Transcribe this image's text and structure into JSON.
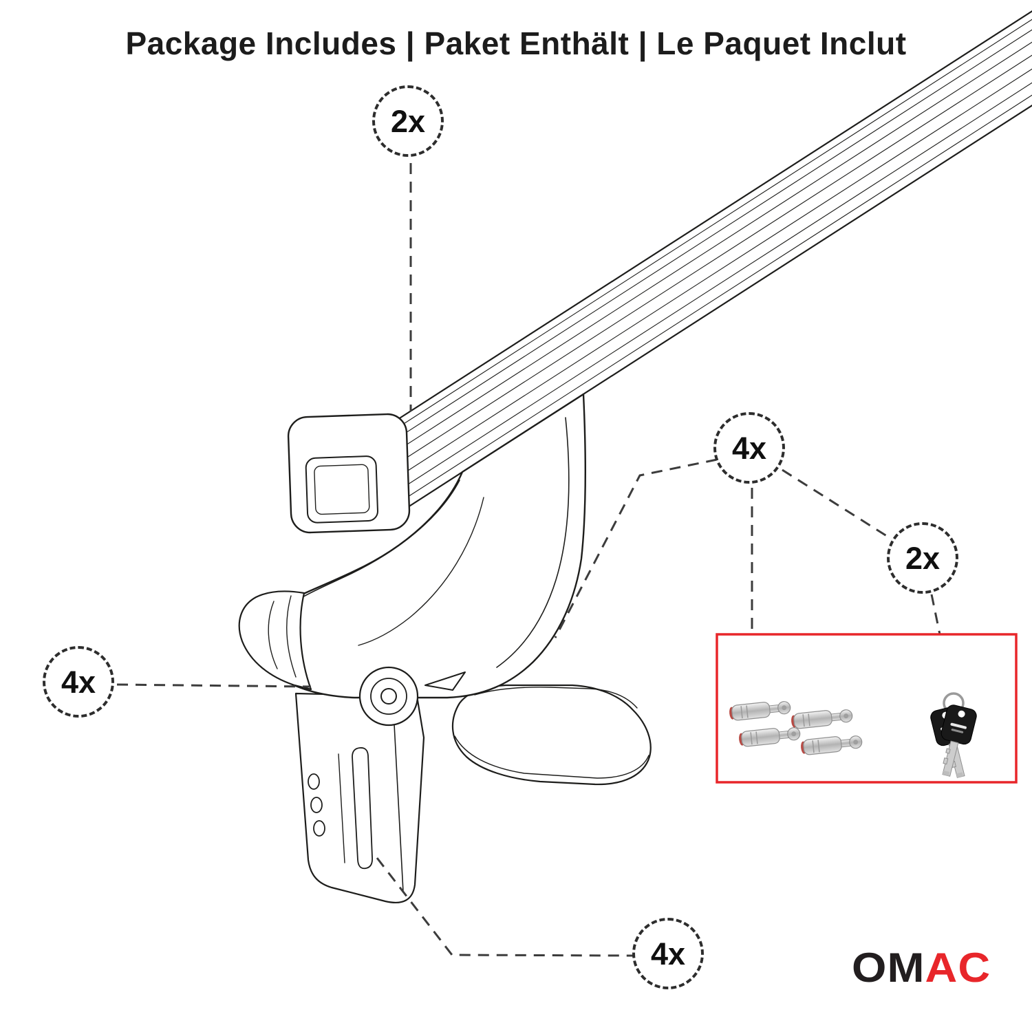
{
  "title": "Package Includes | Paket Enthält | Le Paquet Inclut",
  "callouts": {
    "crossbar": {
      "label": "2x"
    },
    "locks": {
      "label": "4x"
    },
    "keys": {
      "label": "2x"
    },
    "foot": {
      "label": "4x"
    },
    "clamp": {
      "label": "4x"
    }
  },
  "logo": {
    "left": "OM",
    "right": "AC"
  },
  "colors": {
    "line": "#1d1d1b",
    "dash": "#3c3c3c",
    "red": "#e8262a"
  }
}
